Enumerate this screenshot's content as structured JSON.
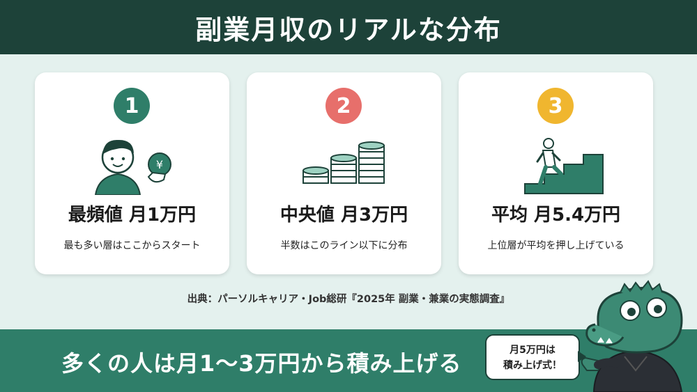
{
  "title": "副業月収のリアルな分布",
  "colors": {
    "header": "#1d4239",
    "green": "#2f7e69",
    "red": "#e76f6b",
    "yellow": "#f0b62f"
  },
  "cards": [
    {
      "number": "1",
      "stat": "最頻値 月1万円",
      "desc": "最も多い層はここからスタート",
      "icon": "person-holding-yen-coin-icon"
    },
    {
      "number": "2",
      "stat": "中央値 月3万円",
      "desc": "半数はこのライン以下に分布",
      "icon": "coin-stacks-icon"
    },
    {
      "number": "3",
      "stat": "平均 月5.4万円",
      "desc": "上位層が平均を押し上げている",
      "icon": "person-climbing-stairs-icon"
    }
  ],
  "source": "出典：パーソルキャリア・Job総研『2025年 副業・兼業の実態調査』",
  "bottom": {
    "message": "多くの人は月1〜3万円から積み上げる",
    "bubble_line1": "月5万円は",
    "bubble_line2": "積み上げ式！"
  },
  "mascot": {
    "icon": "crocodile-mascot-icon"
  }
}
